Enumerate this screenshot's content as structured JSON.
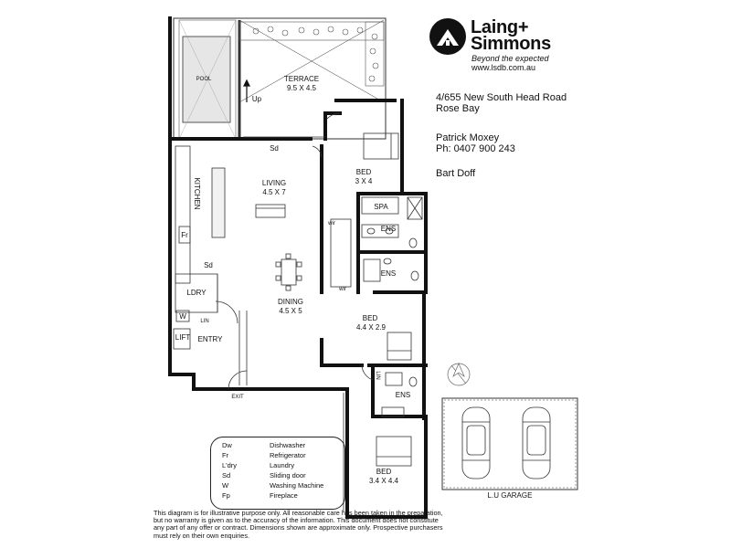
{
  "brand": {
    "name_line1": "Laing+",
    "name_line2": "Simmons",
    "tagline": "Beyond the expected",
    "website": "www.lsdb.com.au"
  },
  "property": {
    "address_line1": "4/655 New South Head Road",
    "address_line2": "Rose Bay",
    "agent1_name": "Patrick Moxey",
    "agent1_phone": "Ph: 0407 900 243",
    "agent2_name": "Bart Doff"
  },
  "rooms": {
    "pool": "POOL",
    "terrace_name": "TERRACE",
    "terrace_size": "9.5 X 4.5",
    "up": "Up",
    "sd_top": "Sd",
    "living_name": "LIVING",
    "living_size": "4.5 X 7",
    "kitchen": "KITCHEN",
    "fr": "Fr",
    "sd_left": "Sd",
    "ldry": "LDRY",
    "w": "W",
    "lin": "LIN",
    "lift": "LIFT",
    "entry": "ENTRY",
    "exit": "EXIT",
    "dining_name": "DINING",
    "dining_size": "4.5 X 5",
    "bed1_name": "BED",
    "bed1_size": "3 X 4",
    "spa": "SPA",
    "ens1": "ENS",
    "ens2": "ENS",
    "bed2_name": "BED",
    "bed2_size": "4.4 X 2.9",
    "wir": "wir",
    "wir2": "wir",
    "ens3": "ENS",
    "lin2": "LIN",
    "bed3_name": "BED",
    "bed3_size": "3.4 X 4.4",
    "garage": "L.U GARAGE"
  },
  "legend": [
    {
      "abbr": "Dw",
      "meaning": "Dishwasher"
    },
    {
      "abbr": "Fr",
      "meaning": "Refrigerator"
    },
    {
      "abbr": "L'dry",
      "meaning": "Laundry"
    },
    {
      "abbr": "Sd",
      "meaning": "Sliding door"
    },
    {
      "abbr": "W",
      "meaning": "Washing Machine"
    },
    {
      "abbr": "Fp",
      "meaning": "Fireplace"
    }
  ],
  "disclaimer": "This diagram is for illustrative purpose only. All reasonable care has been taken in the preparation, but no warranty is given as to the accuracy of the information. This document does not constitute any part of any offer or contract. Dimensions shown are approximate only. Prospective purchasers must rely on their own enquiries."
}
